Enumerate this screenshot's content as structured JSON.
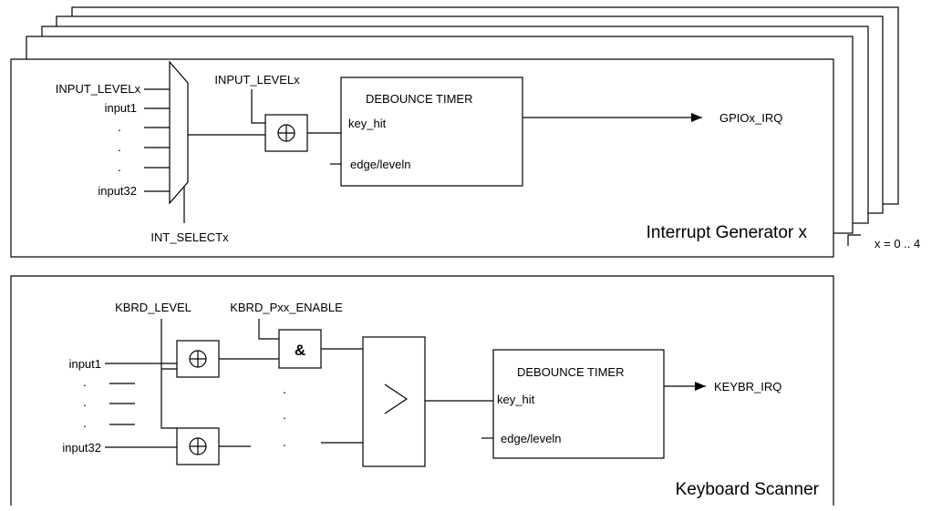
{
  "interrupt_generator": {
    "title": "Interrupt Generator x",
    "mux_inputs": [
      "INPUT_LEVELx",
      "input1",
      ".",
      ".",
      ".",
      "input32"
    ],
    "mux_select": "INT_SELECTx",
    "xor_input": "INPUT_LEVELx",
    "timer": {
      "title": "DEBOUNCE TIMER",
      "key_hit": "key_hit",
      "edge_level": "edge/leveln"
    },
    "output": "GPIOx_IRQ",
    "stack_note": "x = 0 .. 4"
  },
  "keyboard_scanner": {
    "title": "Keyboard Scanner",
    "level_label": "KBRD_LEVEL",
    "enable_label": "KBRD_Pxx_ENABLE",
    "inputs": [
      "input1",
      ".",
      ".",
      ".",
      "input32"
    ],
    "and_symbol": "&",
    "compare_symbol": ">",
    "mid_dots": [
      ".",
      ".",
      "."
    ],
    "timer": {
      "title": "DEBOUNCE TIMER",
      "key_hit": "key_hit",
      "edge_level": "edge/leveln"
    },
    "output": "KEYBR_IRQ"
  }
}
